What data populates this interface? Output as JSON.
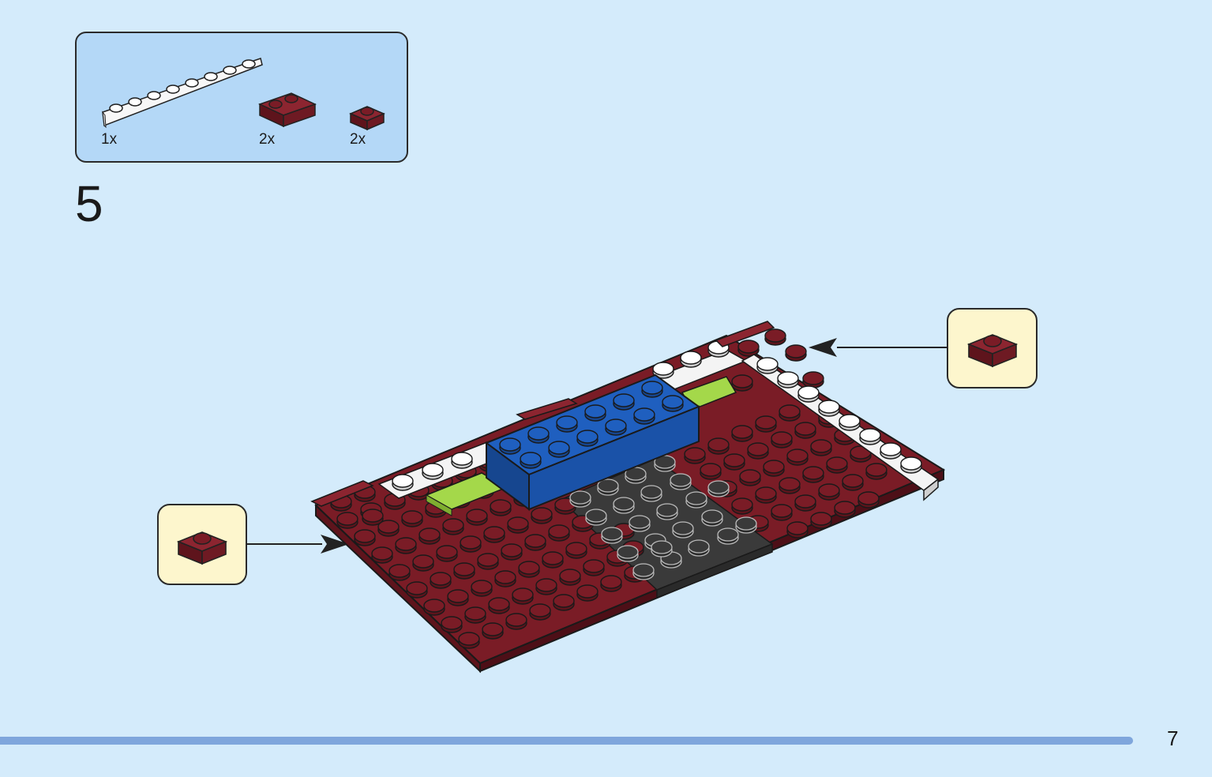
{
  "parts": {
    "items": [
      {
        "name": "white-plate-1x8",
        "qty": "1x"
      },
      {
        "name": "dark-red-plate-with-rail",
        "qty": "2x"
      },
      {
        "name": "dark-red-plate-1x1",
        "qty": "2x"
      }
    ]
  },
  "step": {
    "number": "5"
  },
  "page": {
    "number": "7"
  },
  "colors": {
    "background": "#d4ebfb",
    "parts_box": "#b4d8f7",
    "callout": "#fdf6cd",
    "dark_red": "#7a1c26",
    "blue": "#1f5fbf",
    "lime": "#a4d84a",
    "dark_grey": "#3a3a3a",
    "white_brick": "#f4f4f4",
    "page_bar": "#7fa6dc"
  },
  "icons": [
    "white-plate-icon",
    "red-rail-plate-icon",
    "red-1x1-plate-icon",
    "arrow-icon"
  ]
}
